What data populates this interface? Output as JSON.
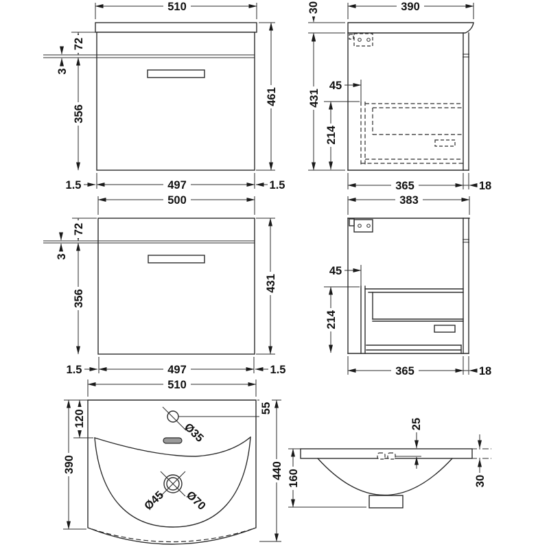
{
  "views": {
    "front_worktop": {
      "overall_width": "510",
      "worktop_to_seam": "72",
      "seam_gap": "3",
      "drawer_front_height": "356",
      "overall_height": "461",
      "gap_left": "1.5",
      "drawer_front_width": "497",
      "gap_right": "1.5"
    },
    "side_worktop": {
      "worktop_thickness": "30",
      "overall_depth": "390",
      "drawer_setback": "45",
      "carcass_height": "431",
      "drawer_side_height": "214",
      "carcass_depth": "365",
      "front_thickness": "18"
    },
    "front_cabinet": {
      "overall_width": "500",
      "top_to_seam": "72",
      "seam_gap": "3",
      "drawer_front_height": "356",
      "overall_height": "431",
      "gap_left": "1.5",
      "drawer_front_width": "497",
      "gap_right": "1.5"
    },
    "side_cabinet": {
      "overall_depth": "383",
      "drawer_setback": "45",
      "drawer_side_height": "214",
      "carcass_depth": "365",
      "front_thickness": "18"
    },
    "basin_plan": {
      "overall_width": "510",
      "tap_hole_offset": "120",
      "tap_hole_inset": "55",
      "bowl_length": "390",
      "overall_depth": "440",
      "tap_hole_dia": "Ø35",
      "waste_inner_dia": "Ø45",
      "waste_outer_dia": "Ø70"
    },
    "basin_profile": {
      "overflow_drop": "25",
      "bowl_depth": "160",
      "rim_height": "30"
    }
  }
}
